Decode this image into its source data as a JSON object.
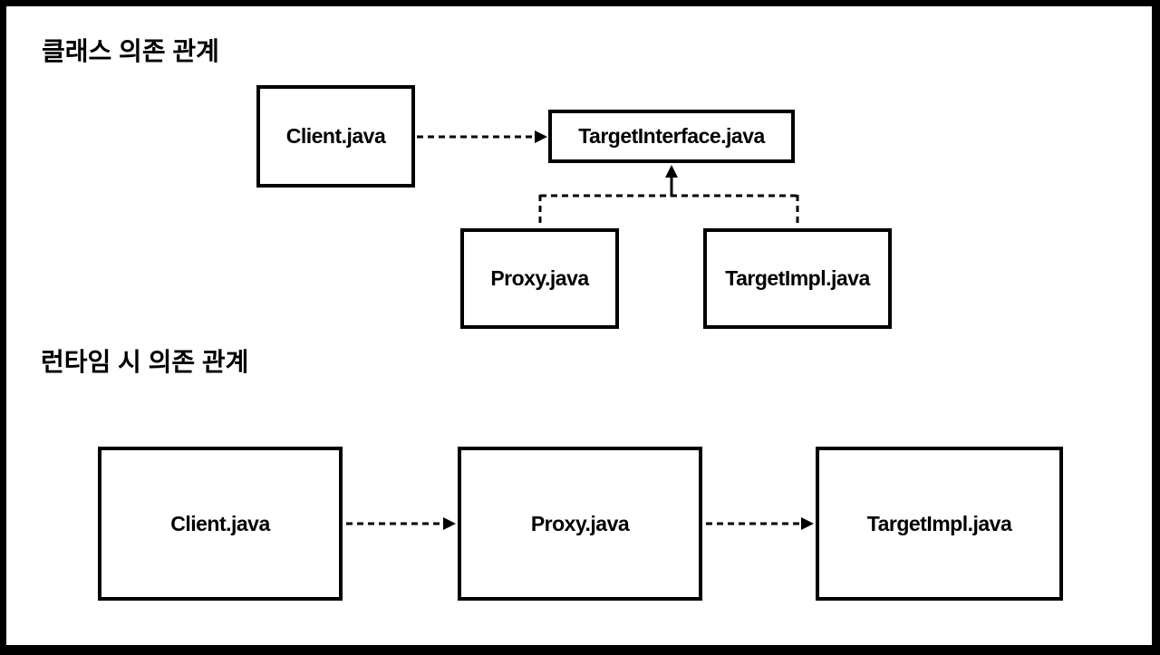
{
  "diagram": {
    "colors": {
      "background": "#ffffff",
      "frame": "#000000",
      "line": "#000000",
      "text": "#000000"
    },
    "class_section": {
      "title": "클래스 의존 관계",
      "nodes": {
        "client": "Client.java",
        "target_interface": "TargetInterface.java",
        "proxy": "Proxy.java",
        "target_impl": "TargetImpl.java"
      },
      "edges": [
        {
          "from": "Client.java",
          "to": "TargetInterface.java",
          "style": "dashed-arrow"
        },
        {
          "from": "Proxy.java",
          "to": "TargetInterface.java",
          "style": "dashed-up-arrow"
        },
        {
          "from": "TargetImpl.java",
          "to": "TargetInterface.java",
          "style": "dashed-up-arrow"
        }
      ]
    },
    "runtime_section": {
      "title": "런타임 시 의존 관계",
      "nodes": {
        "client": "Client.java",
        "proxy": "Proxy.java",
        "target_impl": "TargetImpl.java"
      },
      "edges": [
        {
          "from": "Client.java",
          "to": "Proxy.java",
          "style": "dashed-arrow"
        },
        {
          "from": "Proxy.java",
          "to": "TargetImpl.java",
          "style": "dashed-arrow"
        }
      ]
    }
  }
}
